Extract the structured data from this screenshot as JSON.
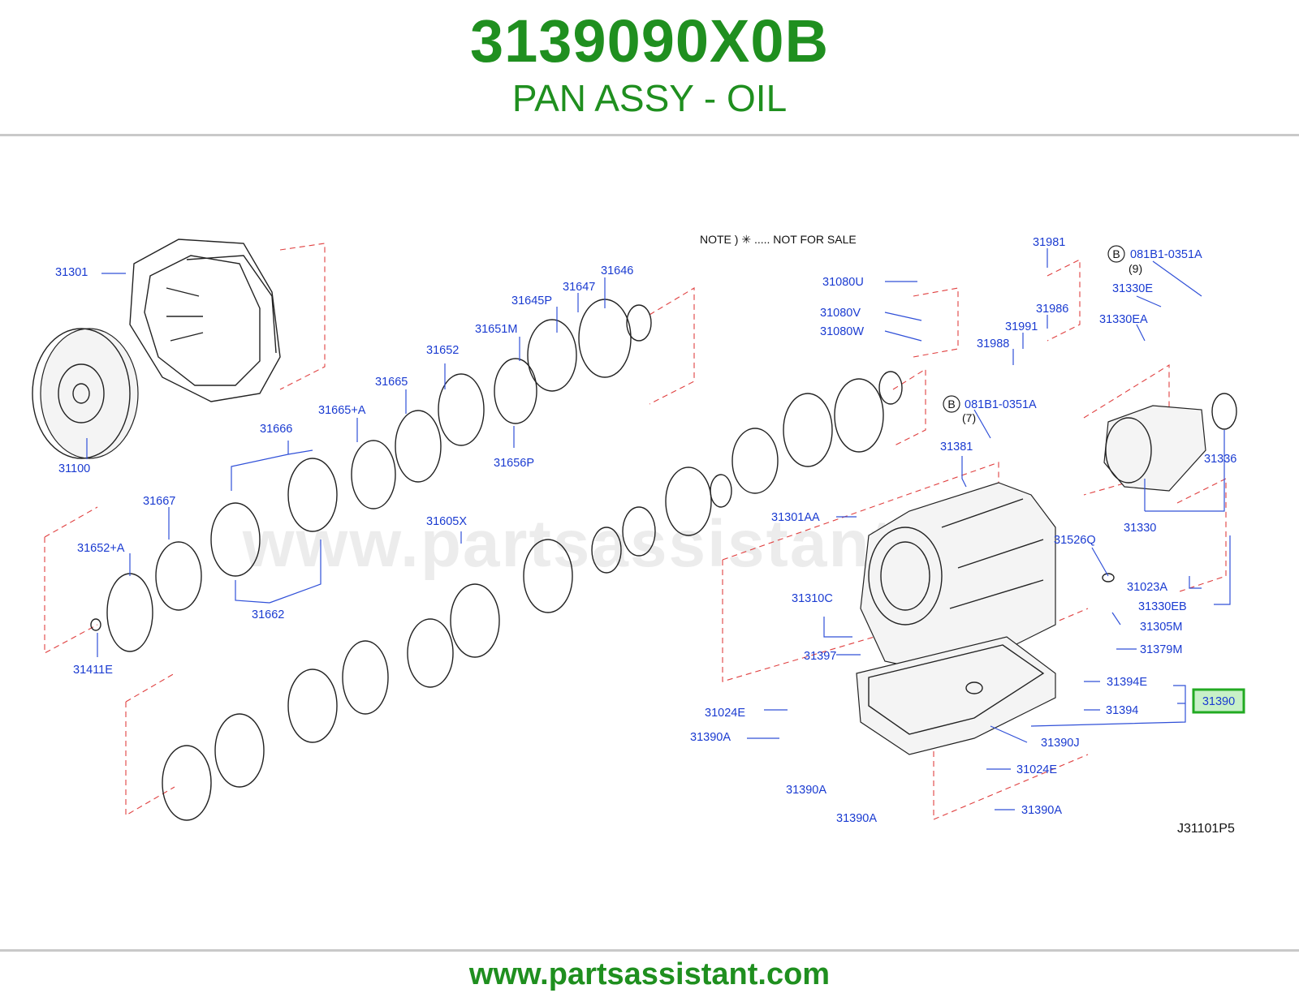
{
  "header": {
    "part_number": "3139090X0B",
    "part_name": "PAN ASSY - OIL"
  },
  "diagram": {
    "note": "NOTE  )  ✳ ..... NOT  FOR  SALE",
    "ref_code": "J31101P5",
    "watermark": "www.partsassistant.com",
    "highlighted_part": "31390",
    "bolt_refs": [
      {
        "marker": "B",
        "code": "081B1-0351A",
        "qty": "(9)"
      },
      {
        "marker": "B",
        "code": "081B1-0351A",
        "qty": "(7)"
      }
    ],
    "labels": [
      "31301",
      "31100",
      "31646",
      "31647",
      "31645P",
      "31651M",
      "31652",
      "31665",
      "31665+A",
      "31656P",
      "31666",
      "31667",
      "31652+A",
      "31662",
      "31411E",
      "31605X",
      "31080U",
      "31080V",
      "31080W",
      "31381",
      "31301AA",
      "31310C",
      "31397",
      "31024E",
      "31390A",
      "31981",
      "31986",
      "31991",
      "31988",
      "31330E",
      "31330EA",
      "31336",
      "31330",
      "31526Q",
      "31023A",
      "31330EB",
      "31305M",
      "31379M",
      "31394E",
      "31394",
      "31390J",
      "31390"
    ]
  },
  "footer": {
    "url": "www.partsassistant.com"
  }
}
